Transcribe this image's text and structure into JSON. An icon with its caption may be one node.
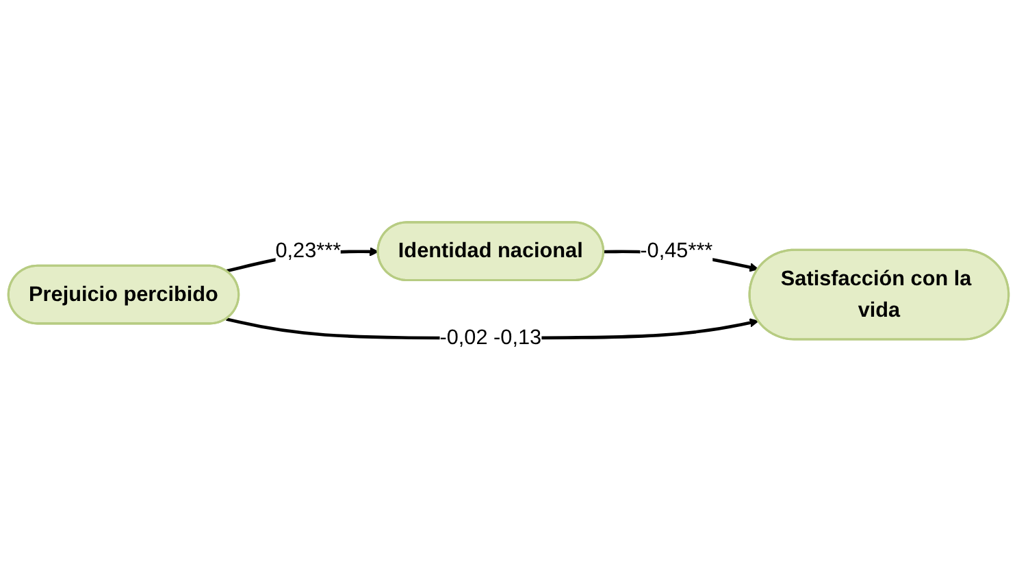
{
  "diagram": {
    "nodes": [
      {
        "text": [
          "Identidad nacional"
        ]
      },
      {
        "text": [
          "Prejuicio percibido"
        ]
      },
      {
        "text": [
          "Satisfacción con la vida"
        ]
      }
    ],
    "edges": [
      {
        "from": 1,
        "to": 0,
        "arrow": "to",
        "label": "0,23***"
      },
      {
        "from": 0,
        "to": 2,
        "arrow": "to",
        "label": "-0,45***"
      },
      {
        "from": 1,
        "to": 2,
        "arrow": "to",
        "label": "-0,02 -0,13"
      }
    ]
  }
}
